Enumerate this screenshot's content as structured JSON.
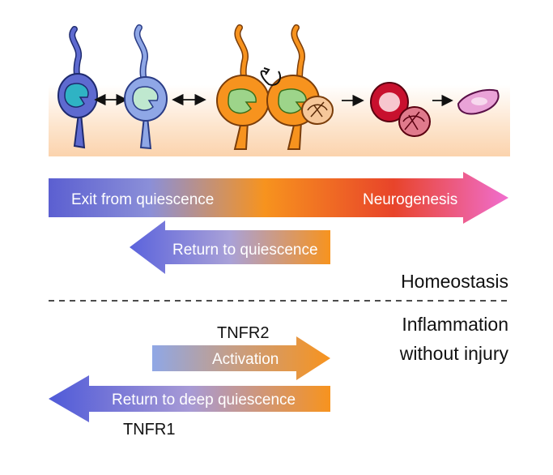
{
  "arrows": {
    "exit_label": "Exit from quiescence",
    "neurogenesis_label": "Neurogenesis",
    "return_label": "Return to quiescence",
    "activation_label": "Activation",
    "deep_return_label": "Return to deep quiescence"
  },
  "receptors": {
    "tnfr2": "TNFR2",
    "tnfr1": "TNFR1"
  },
  "conditions": {
    "homeostasis": "Homeostasis",
    "inflammation_line1": "Inflammation",
    "inflammation_line2": "without injury"
  },
  "colors": {
    "quiescent_dark": "#5e6ad0",
    "quiescent_light": "#8fa7e6",
    "activated": "#f7931e",
    "neuroblast": "#c8102e",
    "neuron": "#e9a3d7",
    "nucleus_green": "#9dd48a",
    "nucleus_teal": "#2fb3c4"
  }
}
